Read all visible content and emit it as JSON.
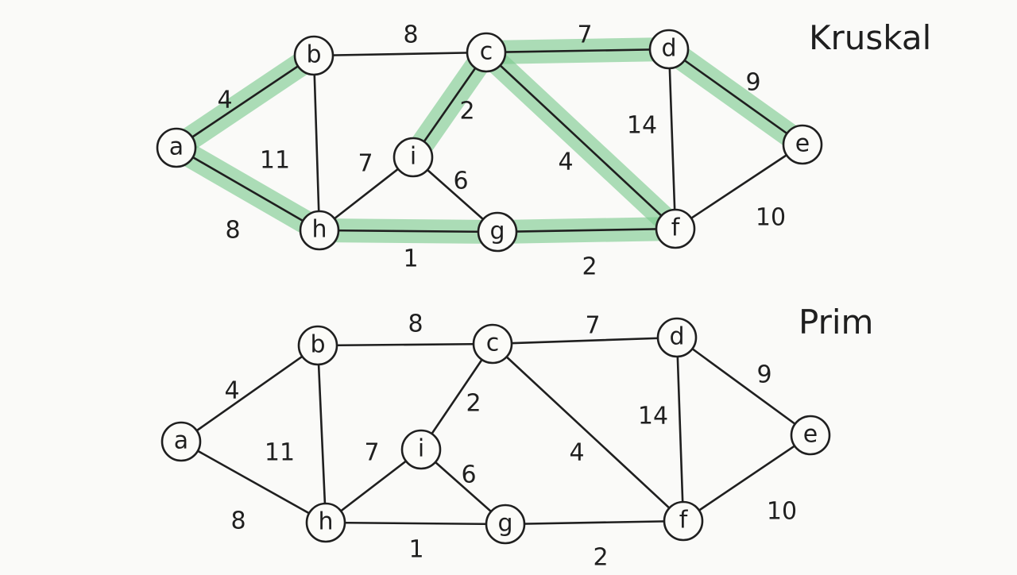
{
  "colors": {
    "ink": "#1f1f1f",
    "highlight": "#7ac98e",
    "paper": "#fafaf8"
  },
  "nodes": [
    "a",
    "b",
    "c",
    "d",
    "e",
    "f",
    "g",
    "h",
    "i"
  ],
  "edges": [
    {
      "u": "a",
      "v": "b",
      "w": "4"
    },
    {
      "u": "a",
      "v": "h",
      "w": "8"
    },
    {
      "u": "b",
      "v": "c",
      "w": "8"
    },
    {
      "u": "b",
      "v": "h",
      "w": "11"
    },
    {
      "u": "c",
      "v": "d",
      "w": "7"
    },
    {
      "u": "c",
      "v": "i",
      "w": "2"
    },
    {
      "u": "c",
      "v": "f",
      "w": "4"
    },
    {
      "u": "d",
      "v": "e",
      "w": "9"
    },
    {
      "u": "d",
      "v": "f",
      "w": "14"
    },
    {
      "u": "e",
      "v": "f",
      "w": "10"
    },
    {
      "u": "f",
      "v": "g",
      "w": "2"
    },
    {
      "u": "g",
      "v": "h",
      "w": "1"
    },
    {
      "u": "g",
      "v": "i",
      "w": "6"
    },
    {
      "u": "h",
      "v": "i",
      "w": "7"
    }
  ],
  "graphs": [
    {
      "title": "Kruskal",
      "highlighted_edges": [
        "a-b",
        "a-h",
        "c-d",
        "c-i",
        "c-f",
        "d-e",
        "f-g",
        "g-h"
      ]
    },
    {
      "title": "Prim",
      "highlighted_edges": []
    }
  ]
}
